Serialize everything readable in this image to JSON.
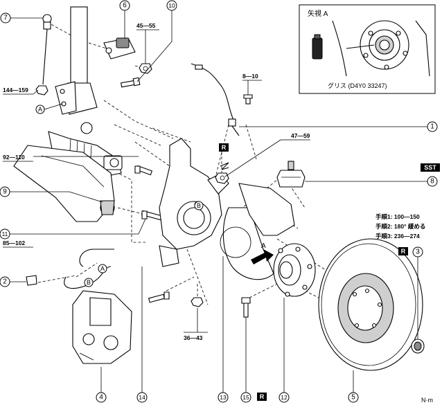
{
  "callouts": {
    "c1": "1",
    "c2": "2",
    "c3": "3",
    "c4": "4",
    "c5": "5",
    "c6": "6",
    "c7": "7",
    "c8": "8",
    "c9": "9",
    "c10": "10",
    "c11": "11",
    "c12": "12",
    "c13": "13",
    "c14": "14",
    "c15": "15"
  },
  "torques": {
    "t_45_55": "45—55",
    "t_8_10": "8—10",
    "t_144_159": "144—159",
    "t_47_59": "47—59",
    "t_92_110": "92—110",
    "t_85_102": "85—102",
    "t_36_43": "36—43"
  },
  "view_a": {
    "title": "矢視 A",
    "grease": "グリス (D4Y0 33247)"
  },
  "steps": {
    "step1": "手順1: 100—150",
    "step2": "手順2: 180° 緩める",
    "step3": "手順3: 236—274"
  },
  "badges": {
    "r": "R",
    "sst": "SST"
  },
  "ref_labels": {
    "a": "A",
    "b": "B"
  },
  "arrow_a": "A",
  "unit": "N·m"
}
